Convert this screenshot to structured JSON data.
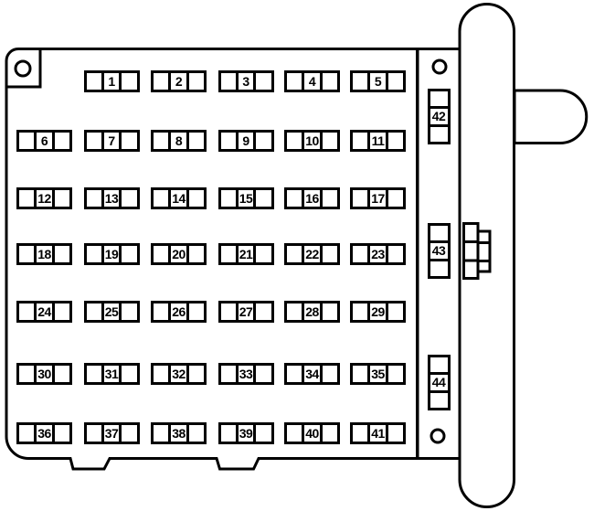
{
  "fuse_rows": [
    [
      "1",
      "2",
      "3",
      "4",
      "5"
    ],
    [
      "6",
      "7",
      "8",
      "9",
      "10",
      "11"
    ],
    [
      "12",
      "13",
      "14",
      "15",
      "16",
      "17"
    ],
    [
      "18",
      "19",
      "20",
      "21",
      "22",
      "23"
    ],
    [
      "24",
      "25",
      "26",
      "27",
      "28",
      "29"
    ],
    [
      "30",
      "31",
      "32",
      "33",
      "34",
      "35"
    ],
    [
      "36",
      "37",
      "38",
      "39",
      "40",
      "41"
    ]
  ],
  "side_fuses": [
    "42",
    "43",
    "44"
  ],
  "colors": {
    "line": "#000000",
    "background": "#ffffff"
  }
}
